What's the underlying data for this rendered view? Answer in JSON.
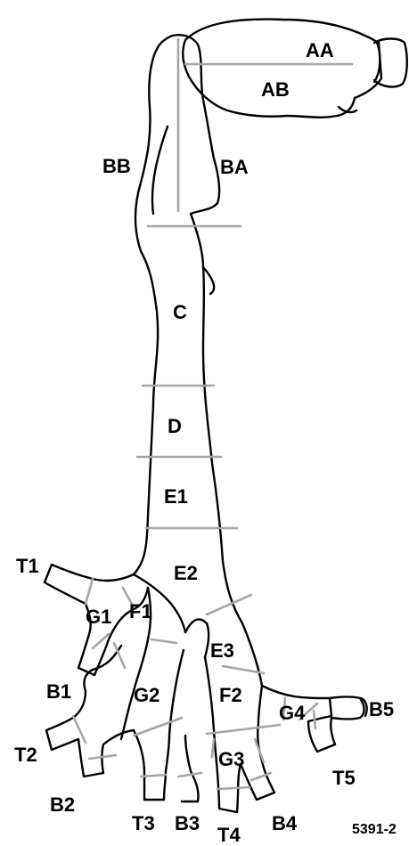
{
  "figure_code": "5391-2",
  "colors": {
    "outline": "#000000",
    "division_lines": "#a6a6a6",
    "background": "#ffffff"
  },
  "regions": {
    "AA": "AA",
    "AB": "AB",
    "BB": "BB",
    "BA": "BA",
    "C": "C",
    "D": "D",
    "E1": "E1",
    "E2": "E2",
    "E3": "E3",
    "F1": "F1",
    "F2": "F2",
    "G1": "G1",
    "G2": "G2",
    "G3": "G3",
    "G4": "G4"
  },
  "branch_tips": {
    "T1": "T1",
    "T2": "T2",
    "T3": "T3",
    "T4": "T4",
    "T5": "T5",
    "B1": "B1",
    "B2": "B2",
    "B3": "B3",
    "B4": "B4",
    "B5": "B5"
  }
}
